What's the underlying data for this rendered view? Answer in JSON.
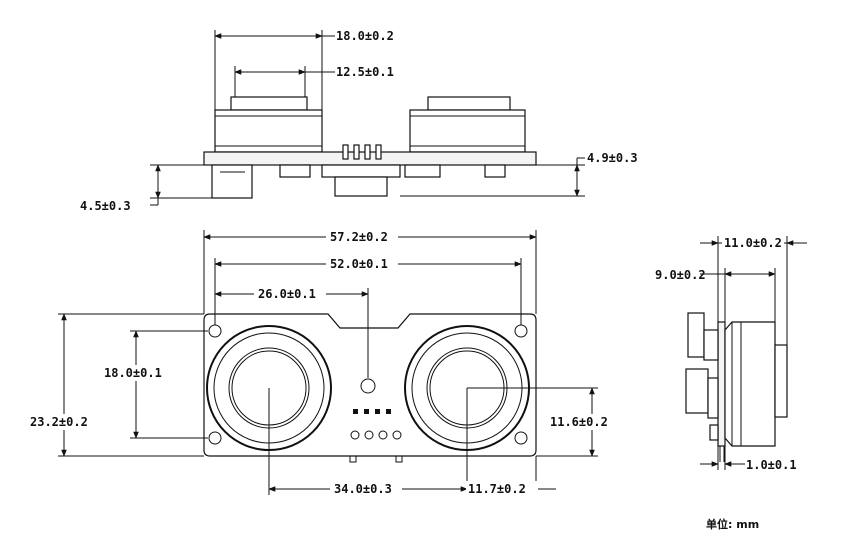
{
  "dimensions": {
    "top_view": {
      "transducer_width": "18.0±0.2",
      "transducer_inner": "12.5±0.1",
      "left_height": "4.5±0.3",
      "right_height": "4.9±0.3"
    },
    "front_view": {
      "overall_width": "57.2±0.2",
      "hole_spacing": "52.0±0.1",
      "hole_to_center": "26.0±0.1",
      "hole_vertical_spacing": "18.0±0.1",
      "overall_height": "23.2±0.2",
      "center_height": "11.6±0.2",
      "transducer_spacing": "34.0±0.3",
      "center_to_edge": "11.7±0.2"
    },
    "side_view": {
      "overall_depth": "11.0±0.2",
      "transducer_depth": "9.0±0.2",
      "pcb_thickness": "1.0±0.1"
    }
  },
  "unit_label": "单位: mm"
}
